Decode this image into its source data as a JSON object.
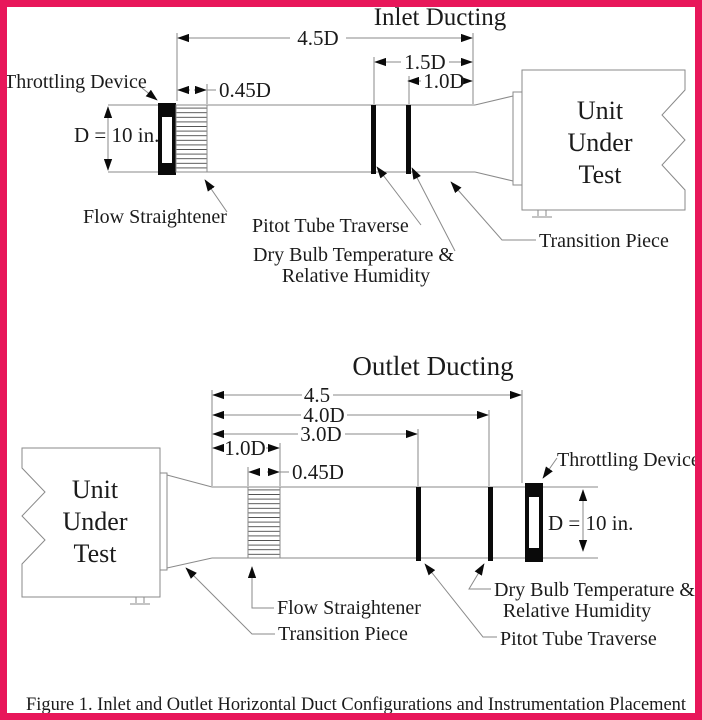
{
  "frame": {
    "border_color": "#e8175a",
    "background": "#ffffff"
  },
  "caption": "Figure 1. Inlet and Outlet Horizontal Duct Configurations and Instrumentation Placement",
  "inlet": {
    "title": "Inlet Ducting",
    "dim_total": "4.5D",
    "dim_pitot": "1.5D",
    "dim_drybulb": "1.0D",
    "dim_straightener": "0.45D",
    "dim_diameter": "D = 10 in.",
    "label_throttling": "Throttling Device",
    "label_straightener": "Flow Straightener",
    "label_pitot": "Pitot Tube Traverse",
    "label_drybulb_1": "Dry Bulb Temperature &",
    "label_drybulb_2": "Relative Humidity",
    "label_transition": "Transition Piece",
    "unit_line1": "Unit",
    "unit_line2": "Under",
    "unit_line3": "Test"
  },
  "outlet": {
    "title": "Outlet Ducting",
    "dim_total": "4.5",
    "dim_drybulb": "4.0D",
    "dim_pitot": "3.0D",
    "dim_straightener_end": "1.0D",
    "dim_straightener": "0.45D",
    "dim_diameter": "D = 10 in.",
    "label_throttling": "Throttling Device",
    "label_straightener": "Flow Straightener",
    "label_pitot": "Pitot Tube Traverse",
    "label_drybulb_1": "Dry Bulb Temperature &",
    "label_drybulb_2": "Relative Humidity",
    "label_transition": "Transition Piece",
    "unit_line1": "Unit",
    "unit_line2": "Under",
    "unit_line3": "Test"
  }
}
